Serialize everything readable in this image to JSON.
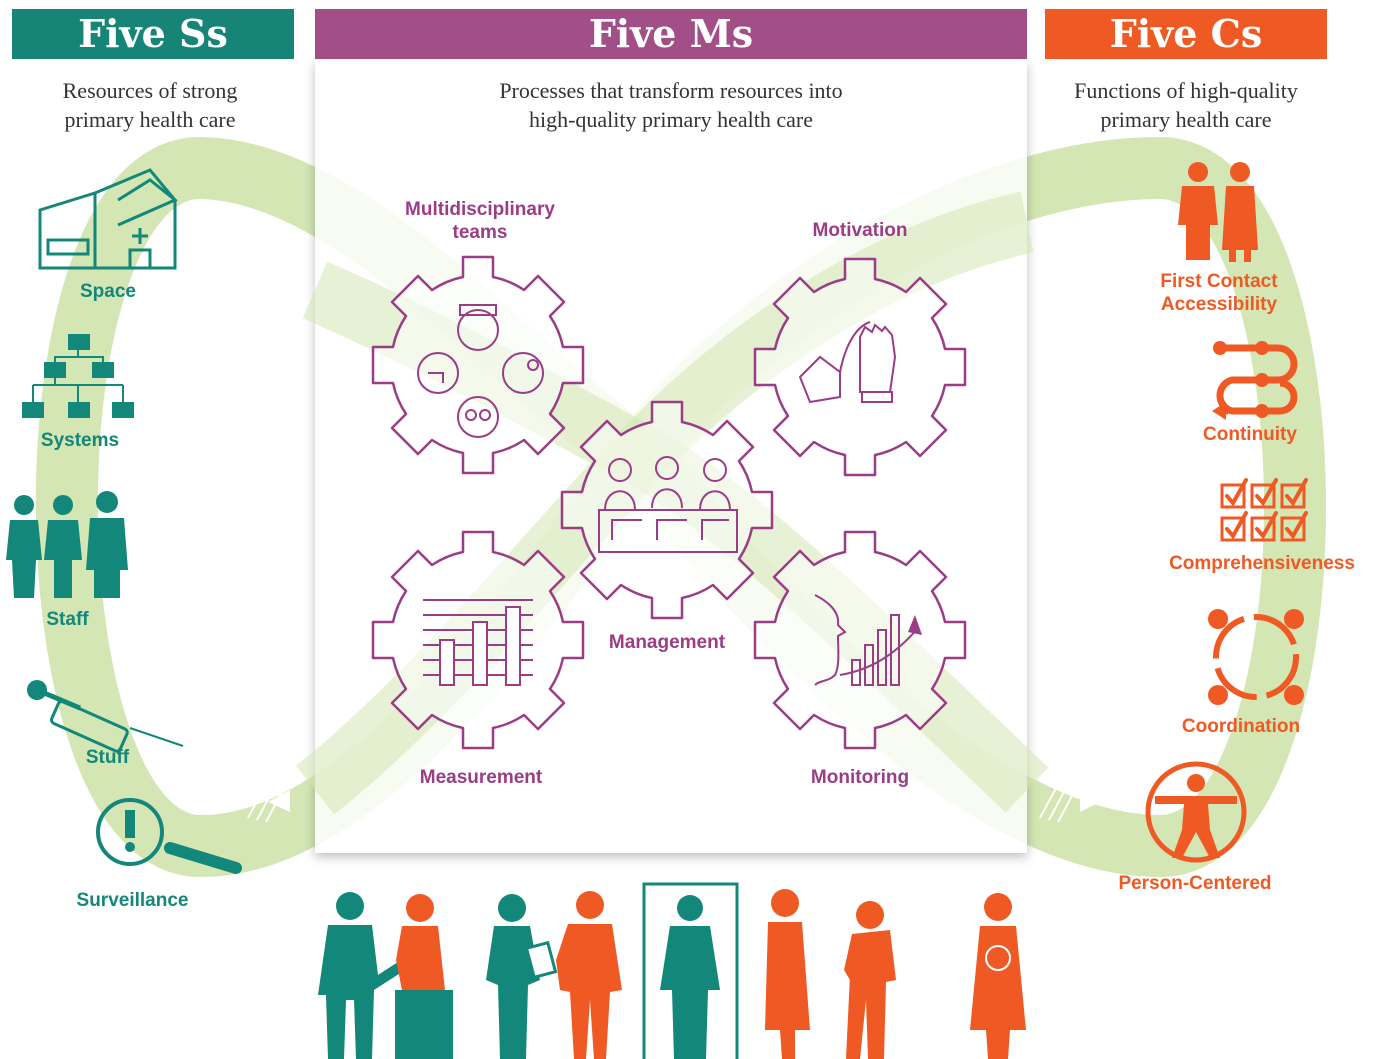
{
  "columns": {
    "ss": {
      "title": "Five Ss",
      "subtitle": [
        "Resources of strong",
        "primary health care"
      ],
      "color": "#168477"
    },
    "ms": {
      "title": "Five Ms",
      "subtitle": [
        "Processes that transform resources into",
        "high-quality primary health care"
      ],
      "color": "#a14f86"
    },
    "cs": {
      "title": "Five Cs",
      "subtitle": [
        "Functions of high-quality",
        "primary health care"
      ],
      "color": "#ef5a24"
    }
  },
  "ss_items": [
    "Space",
    "Systems",
    "Staff",
    "Stuff",
    "Surveillance"
  ],
  "ms_gears": {
    "teams": [
      "Multidisciplinary",
      "teams"
    ],
    "motivation": "Motivation",
    "management": "Management",
    "measurement": "Measurement",
    "monitoring": "Monitoring"
  },
  "cs_items": {
    "first_contact": [
      "First Contact",
      "Accessibility"
    ],
    "continuity": "Continuity",
    "comprehensiveness": "Comprehensiveness",
    "coordination": "Coordination",
    "person_centered": "Person-Centered"
  },
  "colors": {
    "band": "#d3e6b3",
    "gear": "#9b3d86",
    "teal": "#12877a",
    "orange": "#ef5a24"
  }
}
